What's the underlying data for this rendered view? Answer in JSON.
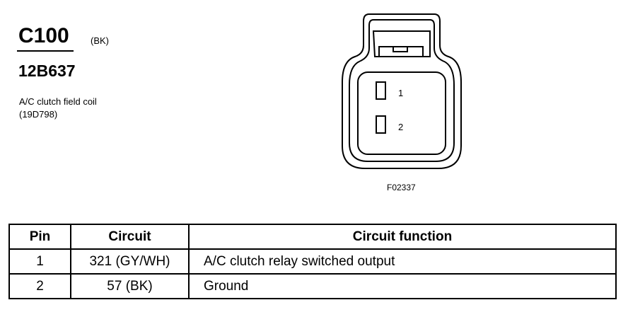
{
  "header": {
    "connector_id": "C100",
    "connector_color": "(BK)",
    "part_number": "12B637",
    "description_line1": "A/C clutch field coil",
    "description_line2": "(19D798)"
  },
  "diagram": {
    "pin_labels": [
      "1",
      "2"
    ],
    "figure_code": "F02337"
  },
  "table": {
    "headers": [
      "Pin",
      "Circuit",
      "Circuit function"
    ],
    "rows": [
      {
        "pin": "1",
        "circuit": "321 (GY/WH)",
        "function": "A/C clutch relay switched output"
      },
      {
        "pin": "2",
        "circuit": "57 (BK)",
        "function": "Ground"
      }
    ]
  }
}
